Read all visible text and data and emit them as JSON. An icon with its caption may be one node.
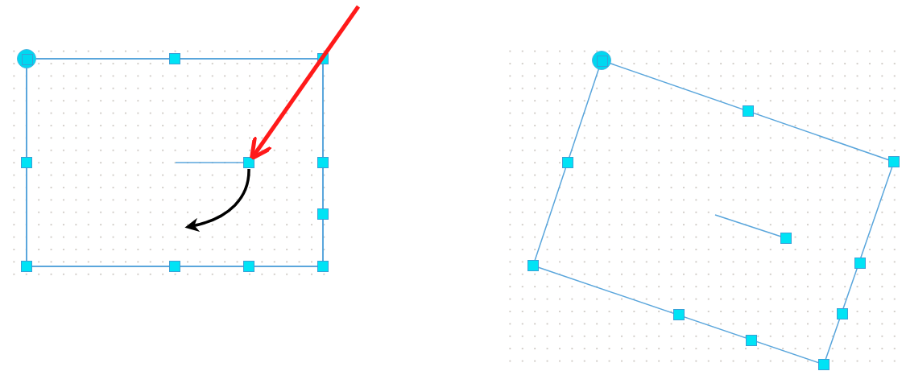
{
  "diagram": {
    "nodes": [
      {
        "text": [],
        "shape": "circle"
      },
      {
        "text": [],
        "shape": "box"
      },
      {
        "text": [],
        "shape": "box"
      },
      {
        "text": [],
        "shape": "box"
      },
      {
        "text": [],
        "shape": "box"
      },
      {
        "text": [],
        "shape": "box"
      },
      {
        "text": [],
        "shape": "box"
      },
      {
        "text": [],
        "shape": "box"
      },
      {
        "text": [],
        "shape": "box"
      },
      {
        "text": [],
        "shape": "box"
      },
      {
        "text": [],
        "shape": "box"
      },
      {
        "text": [],
        "shape": "circle"
      },
      {
        "text": [],
        "shape": "box"
      },
      {
        "text": [],
        "shape": "box"
      },
      {
        "text": [],
        "shape": "box"
      },
      {
        "text": [],
        "shape": "box"
      },
      {
        "text": [],
        "shape": "box"
      },
      {
        "text": [],
        "shape": "box"
      },
      {
        "text": [],
        "shape": "box"
      },
      {
        "text": [],
        "shape": "box"
      },
      {
        "text": [],
        "shape": "box"
      },
      {
        "text": [],
        "shape": "box"
      }
    ],
    "edges": [
      {
        "from": null,
        "to": 4,
        "arrow": "to"
      }
    ]
  }
}
